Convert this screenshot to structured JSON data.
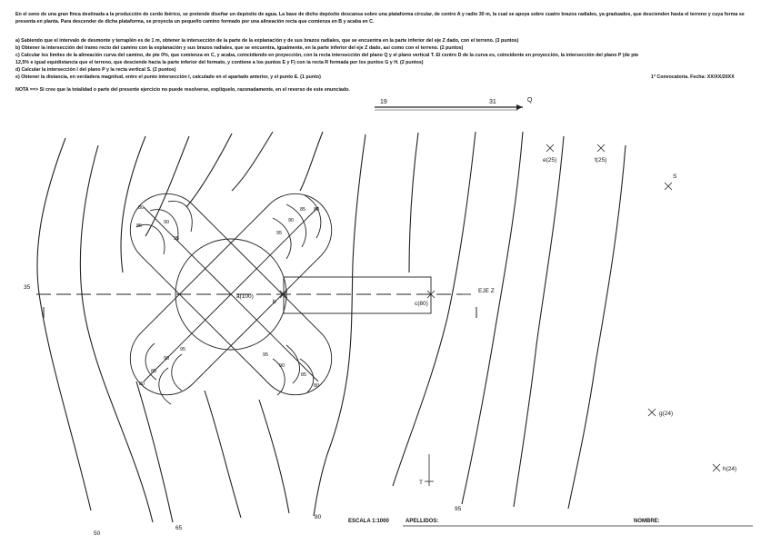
{
  "statement": {
    "intro": "En el seno de una gran finca destinada a la producción de cerdo ibérico, se pretende diseñar un depósito de agua. La base de dicho depósito descansa sobre una plataforma circular, de centro A y radio 30 m, la cual se apoya sobre cuatro brazos radiales, ya graduados, que descienden hasta el terreno y cuya forma se presenta en planta. Para descender de dicha plataforma, se proyecta un pequeño camino formado por una alineación recta que comienza en B y acaba en C.",
    "items": [
      "a) Sabiendo que el intervalo de desmonte y terraplén es de 1 m, obtener la intersección de la parte de la explanación y de sus brazos radiales, que se encuentra en la parte inferior del eje Z dado, con el terreno. (3 puntos)",
      "b) Obtener la intersección del tramo recto del camino con la explanación y sus brazos radiales, que se encuentra, igualmente, en la parte inferior del eje Z dado, así como con el terreno. (2 puntos)",
      "c) Calcular los límites de la alineación curva del camino, de pte 0%, que comienza en C, y acaba, coincidiendo en proyección, con la recta intersección del plano Q y el plano vertical T. El centro D de la curva es, coincidente en proyección, la intersección del plano P (de pte",
      "12,5% e igual equidistancia que el terreno, que desciende hacia la parte inferior del formato, y contiene a los puntos E y F) con la recta R formada por los puntos G y H. (2 puntos)",
      "d) Calcular la intersección l del plano P y la recta vertical S. (2 puntos)",
      "e) Obtener la distancia, en verdadera magnitud, entre el punto intersección I, calculado en el apartado anterior, y el punto E. (1 punto)"
    ],
    "convocatoria": "1ª Convocatoria. Fecha: XX/XX/20XX",
    "nota": "NOTA ==> Si cree que la totalidad o parte del presente ejercicio no puede resolverse, explíquelo, razonadamente, en el reverso de este enunciado."
  },
  "drawing": {
    "scale_q": {
      "left": "19",
      "right": "31",
      "name": "Q"
    },
    "points": {
      "a": "a(100)",
      "b": "b",
      "c": "c(80)",
      "e": "e(25)",
      "f": "f(25)",
      "g": "g(24)",
      "h": "h(24)",
      "s": "S"
    },
    "eje_label": "EJE Z",
    "t_label": "T",
    "contours": [
      "35",
      "50",
      "65",
      "80",
      "95"
    ],
    "arm_labels": [
      "80",
      "85",
      "90",
      "95"
    ]
  },
  "footer": {
    "escala": "ESCALA 1:1000",
    "apellidos": "APELLIDOS:",
    "nombre": "NOMBRE:"
  }
}
